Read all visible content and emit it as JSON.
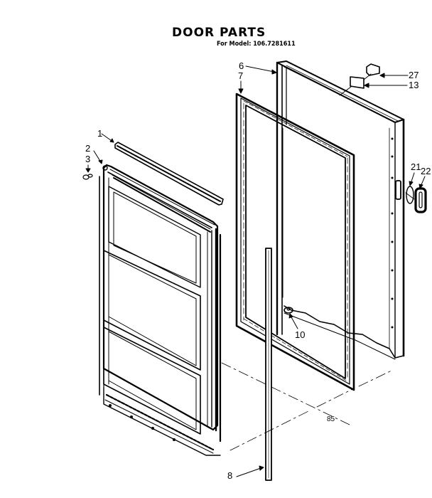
{
  "header": {
    "title": "DOOR PARTS",
    "subtitle": "For Model: 106.7281611"
  },
  "callouts": [
    {
      "id": "1",
      "label": "1",
      "part": "door-trim-strip"
    },
    {
      "id": "2",
      "label": "2",
      "part": "hinge-bushing"
    },
    {
      "id": "3",
      "label": "3",
      "part": "screw"
    },
    {
      "id": "6",
      "label": "6",
      "part": "outer-door-panel"
    },
    {
      "id": "7",
      "label": "7",
      "part": "door-gasket"
    },
    {
      "id": "8",
      "label": "8",
      "part": "breaker-strip"
    },
    {
      "id": "10",
      "label": "10",
      "part": "door-stop-plug"
    },
    {
      "id": "13",
      "label": "13",
      "part": "nameplate-backing"
    },
    {
      "id": "21",
      "label": "21",
      "part": "handle-spacer"
    },
    {
      "id": "22",
      "label": "22",
      "part": "door-handle"
    },
    {
      "id": "27",
      "label": "27",
      "part": "nameplate"
    }
  ],
  "page_code": "85",
  "colors": {
    "ink": "#000000",
    "paper": "#ffffff"
  }
}
